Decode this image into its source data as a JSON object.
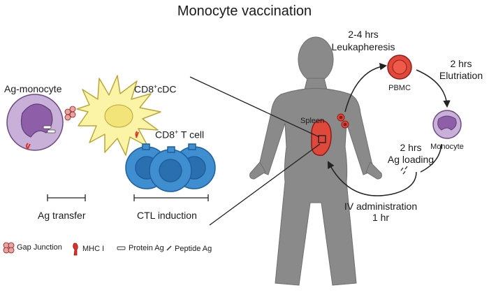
{
  "title": "Monocyte vaccination",
  "cells": {
    "ag_monocyte": "Ag-monocyte",
    "cd8_cdc_main": "CD8",
    "cd8_cdc_sup": "+",
    "cd8_cdc_rest": "cDC",
    "cd8_tcell_main": "CD8",
    "cd8_tcell_sup": "+",
    "cd8_tcell_rest": " T cell"
  },
  "steps": {
    "ag_transfer": "Ag transfer",
    "ctl_induction": "CTL induction"
  },
  "workflow": {
    "leuka_time": "2-4 hrs",
    "leuka_name": "Leukapheresis",
    "pbmc": "PBMC",
    "elut_time": "2 hrs",
    "elut_name": "Elutriation",
    "monocyte": "Monocyte",
    "agload_time": "2 hrs",
    "agload_name": "Ag loading",
    "iv_name": "IV administration",
    "iv_time": "1 hr",
    "spleen": "Spleen"
  },
  "legend": {
    "gap_junction": "Gap Junction",
    "mhc_i": "MHC I",
    "protein_ag": "Protein Ag",
    "peptide_ag": "Peptide Ag"
  },
  "colors": {
    "body": "#8a8a8a",
    "monocyte_fill": "#c9b0d8",
    "monocyte_nucleus": "#8e5fa8",
    "dc_fill": "#fbf4a6",
    "tcell_fill": "#3f8ed0",
    "tcell_dark": "#1f5f9e",
    "red": "#d9342b"
  }
}
